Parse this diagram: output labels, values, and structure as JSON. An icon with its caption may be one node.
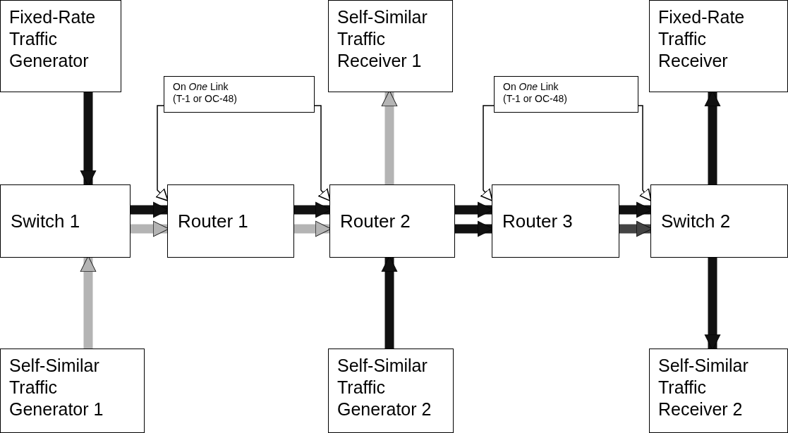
{
  "diagram": {
    "nodes": [
      {
        "text": [
          "Fixed-Rate Traffic Generator"
        ]
      },
      {
        "text": [
          "Self-Similar Traffic Receiver 1"
        ]
      },
      {
        "text": [
          "Fixed-Rate Traffic Receiver"
        ]
      },
      {
        "text": [
          "On *One* Link",
          "(T-1 or OC-48)"
        ]
      },
      {
        "text": [
          "On *One* Link",
          "(T-1 or OC-48)"
        ]
      },
      {
        "text": [
          "Switch 1"
        ]
      },
      {
        "text": [
          "Router 1"
        ]
      },
      {
        "text": [
          "Router 2"
        ]
      },
      {
        "text": [
          "Router 3"
        ]
      },
      {
        "text": [
          "Switch 2"
        ]
      },
      {
        "text": [
          "Self-Similar Traffic Generator 1"
        ]
      },
      {
        "text": [
          "Self-Similar Traffic Generator 2"
        ]
      },
      {
        "text": [
          "Self-Similar Traffic Receiver 2"
        ]
      }
    ],
    "edges": [
      {
        "from": 0,
        "to": 5,
        "arrow": "to"
      },
      {
        "from": 10,
        "to": 5,
        "arrow": "to",
        "color": "#b4b4b4"
      },
      {
        "from": 5,
        "to": 6,
        "arrow": "to"
      },
      {
        "from": 5,
        "to": 6,
        "arrow": "to",
        "color": "#b4b4b4"
      },
      {
        "from": 6,
        "to": 7,
        "arrow": "to"
      },
      {
        "from": 6,
        "to": 7,
        "arrow": "to",
        "color": "#b4b4b4"
      },
      {
        "from": 7,
        "to": 1,
        "arrow": "to",
        "color": "#b4b4b4"
      },
      {
        "from": 11,
        "to": 7,
        "arrow": "to"
      },
      {
        "from": 7,
        "to": 8,
        "arrow": "to"
      },
      {
        "from": 7,
        "to": 8,
        "arrow": "to"
      },
      {
        "from": 8,
        "to": 9,
        "arrow": "to"
      },
      {
        "from": 8,
        "to": 9,
        "arrow": "to",
        "color": "#444444"
      },
      {
        "from": 9,
        "to": 2,
        "arrow": "to"
      },
      {
        "from": 9,
        "to": 12,
        "arrow": "to"
      },
      {
        "from": 3,
        "to": 6,
        "arrow": "to"
      },
      {
        "from": 3,
        "to": 7,
        "arrow": "to"
      },
      {
        "from": 4,
        "to": 8,
        "arrow": "to"
      },
      {
        "from": 4,
        "to": 9,
        "arrow": "to"
      }
    ]
  }
}
